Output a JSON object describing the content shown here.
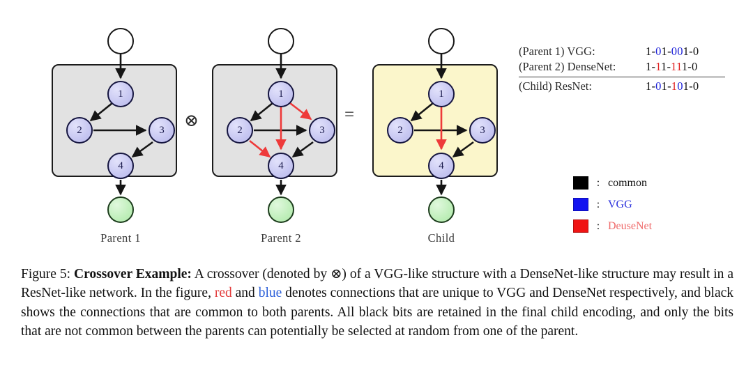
{
  "figure": {
    "operators": {
      "crossover_symbol": "⊗",
      "equals_symbol": "="
    },
    "graphs": [
      {
        "id": "parent1",
        "label": "Parent 1",
        "box_color": "#e2e2e2",
        "nodes": [
          "1",
          "2",
          "3",
          "4"
        ],
        "input_node": "",
        "output_node": "",
        "edges": [
          {
            "from": "in",
            "to": "1",
            "color": "black"
          },
          {
            "from": "1",
            "to": "2",
            "color": "black"
          },
          {
            "from": "2",
            "to": "3",
            "color": "black"
          },
          {
            "from": "3",
            "to": "4",
            "color": "black"
          },
          {
            "from": "4",
            "to": "out",
            "color": "black"
          }
        ]
      },
      {
        "id": "parent2",
        "label": "Parent 2",
        "box_color": "#e2e2e2",
        "nodes": [
          "1",
          "2",
          "3",
          "4"
        ],
        "input_node": "",
        "output_node": "",
        "edges": [
          {
            "from": "in",
            "to": "1",
            "color": "black"
          },
          {
            "from": "1",
            "to": "2",
            "color": "black"
          },
          {
            "from": "2",
            "to": "3",
            "color": "black"
          },
          {
            "from": "3",
            "to": "4",
            "color": "black"
          },
          {
            "from": "1",
            "to": "3",
            "color": "red"
          },
          {
            "from": "1",
            "to": "4",
            "color": "red"
          },
          {
            "from": "2",
            "to": "4",
            "color": "red"
          },
          {
            "from": "4",
            "to": "out",
            "color": "black"
          }
        ]
      },
      {
        "id": "child",
        "label": "Child",
        "box_color": "#fbf6cb",
        "nodes": [
          "1",
          "2",
          "3",
          "4"
        ],
        "input_node": "",
        "output_node": "",
        "edges": [
          {
            "from": "in",
            "to": "1",
            "color": "black"
          },
          {
            "from": "1",
            "to": "2",
            "color": "black"
          },
          {
            "from": "2",
            "to": "3",
            "color": "black"
          },
          {
            "from": "3",
            "to": "4",
            "color": "black"
          },
          {
            "from": "1",
            "to": "4",
            "color": "red"
          },
          {
            "from": "4",
            "to": "out",
            "color": "black"
          }
        ]
      }
    ]
  },
  "encodings": {
    "rows": [
      {
        "label": "(Parent 1) VGG:",
        "bits_plain": "1-01-001-0",
        "bits": [
          {
            "t": "1",
            "c": "common"
          },
          {
            "t": "-",
            "c": "common"
          },
          {
            "t": "0",
            "c": "vgg"
          },
          {
            "t": "1",
            "c": "common"
          },
          {
            "t": "-",
            "c": "common"
          },
          {
            "t": "0",
            "c": "vgg"
          },
          {
            "t": "0",
            "c": "vgg"
          },
          {
            "t": "1",
            "c": "common"
          },
          {
            "t": "-",
            "c": "common"
          },
          {
            "t": "0",
            "c": "common"
          }
        ]
      },
      {
        "label": "(Parent 2) DenseNet:",
        "bits_plain": "1-11-111-0",
        "bits": [
          {
            "t": "1",
            "c": "common"
          },
          {
            "t": "-",
            "c": "common"
          },
          {
            "t": "1",
            "c": "dense"
          },
          {
            "t": "1",
            "c": "common"
          },
          {
            "t": "-",
            "c": "common"
          },
          {
            "t": "1",
            "c": "dense"
          },
          {
            "t": "1",
            "c": "dense"
          },
          {
            "t": "1",
            "c": "common"
          },
          {
            "t": "-",
            "c": "common"
          },
          {
            "t": "0",
            "c": "common"
          }
        ]
      },
      {
        "label": "(Child) ResNet:",
        "bits_plain": "1-01-101-0",
        "bits": [
          {
            "t": "1",
            "c": "common"
          },
          {
            "t": "-",
            "c": "common"
          },
          {
            "t": "0",
            "c": "vgg"
          },
          {
            "t": "1",
            "c": "common"
          },
          {
            "t": "-",
            "c": "common"
          },
          {
            "t": "1",
            "c": "dense"
          },
          {
            "t": "0",
            "c": "vgg"
          },
          {
            "t": "1",
            "c": "common"
          },
          {
            "t": "-",
            "c": "common"
          },
          {
            "t": "0",
            "c": "common"
          }
        ]
      }
    ]
  },
  "legend": {
    "items": [
      {
        "color": "#000000",
        "colon": ":",
        "text": "common",
        "style": "common"
      },
      {
        "color": "#1414f0",
        "colon": ":",
        "text": "VGG",
        "style": "vgg"
      },
      {
        "color": "#f01414",
        "colon": ":",
        "text": "DeuseNet",
        "style": "dense"
      }
    ]
  },
  "caption": {
    "figure_number": "Figure 5:",
    "title": "Crossover Example:",
    "part1": " A crossover (denoted by ⊗) of a VGG-like structure with a DenseNet-like structure may result in a ResNet-like network. In the figure, ",
    "red_word": "red",
    "part2": " and ",
    "blue_word": "blue",
    "part3": " denotes connections that are unique to VGG and DenseNet respectively, and black shows the connections that are common to both parents. All black bits are retained in the final child encoding, and only the bits that are not common between the parents can potentially be selected at random from one of the parent."
  },
  "colors": {
    "common": "#111111",
    "vgg": "#1d21d8",
    "dense": "#e02020",
    "node_fill": "#c6c6f1",
    "node_stroke": "#15153f",
    "output_fill": "#bdeeb8",
    "box_gray": "#e2e2e2",
    "box_yellow": "#fbf6cb"
  }
}
